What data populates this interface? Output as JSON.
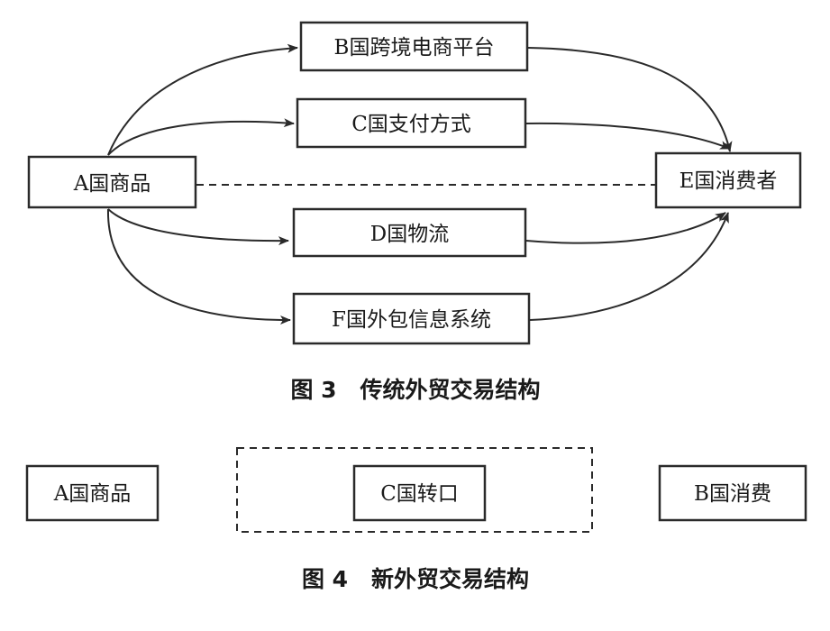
{
  "figure3": {
    "caption_label": "图 3",
    "caption_title": "传统外贸交易结构",
    "nodes": {
      "a": "A国商品",
      "b": "B国跨境电商平台",
      "c": "C国支付方式",
      "d": "D国物流",
      "e": "E国消费者",
      "f": "F国外包信息系统"
    }
  },
  "figure4": {
    "caption_label": "图 4",
    "caption_title": "新外贸交易结构",
    "nodes": {
      "a": "A国商品",
      "c": "C国转口",
      "b": "B国消费"
    }
  }
}
